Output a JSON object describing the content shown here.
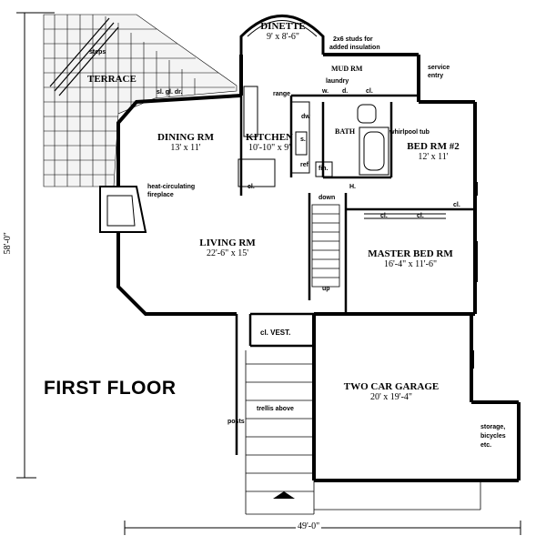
{
  "plan_title": "FIRST FLOOR",
  "dimensions": {
    "overall_depth": "58'-0\"",
    "overall_width": "49'-0\""
  },
  "rooms": {
    "dinette": {
      "name": "DINETTE",
      "size": "9' x 8'-6\""
    },
    "kitchen": {
      "name": "KITCHEN",
      "size": "10'-10\" x 9'"
    },
    "dining": {
      "name": "DINING RM",
      "size": "13' x 11'"
    },
    "living": {
      "name": "LIVING RM",
      "size": "22'-6\" x 15'"
    },
    "bed2": {
      "name": "BED RM #2",
      "size": "12' x 11'"
    },
    "master": {
      "name": "MASTER BED RM",
      "size": "16'-4\" x 11'-6\""
    },
    "garage": {
      "name": "TWO CAR GARAGE",
      "size": "20' x 19'-4\""
    },
    "terrace": {
      "name": "TERRACE"
    },
    "mudroom": {
      "name": "MUD RM"
    },
    "bath": {
      "name": "BATH"
    }
  },
  "notes": {
    "steps": "steps",
    "studs": "2x6 studs for",
    "studs2": "added insulation",
    "service": "service",
    "service2": "entry",
    "laundry": "laundry",
    "slgldr": "sl. gl. dr.",
    "range": "range",
    "dw": "dw",
    "ref": "ref",
    "fin": "fin.",
    "whirlpool": "whirlpool tub",
    "fireplace1": "heat-circulating",
    "fireplace2": "fireplace",
    "down": "down",
    "up": "up",
    "h": "H.",
    "vest": "cl. VEST.",
    "posts": "posts",
    "trellis": "trellis above",
    "storage1": "storage,",
    "storage2": "bicycles",
    "storage3": "etc.",
    "w": "w.",
    "d": "d.",
    "s": "s."
  },
  "closet_label": "cl."
}
